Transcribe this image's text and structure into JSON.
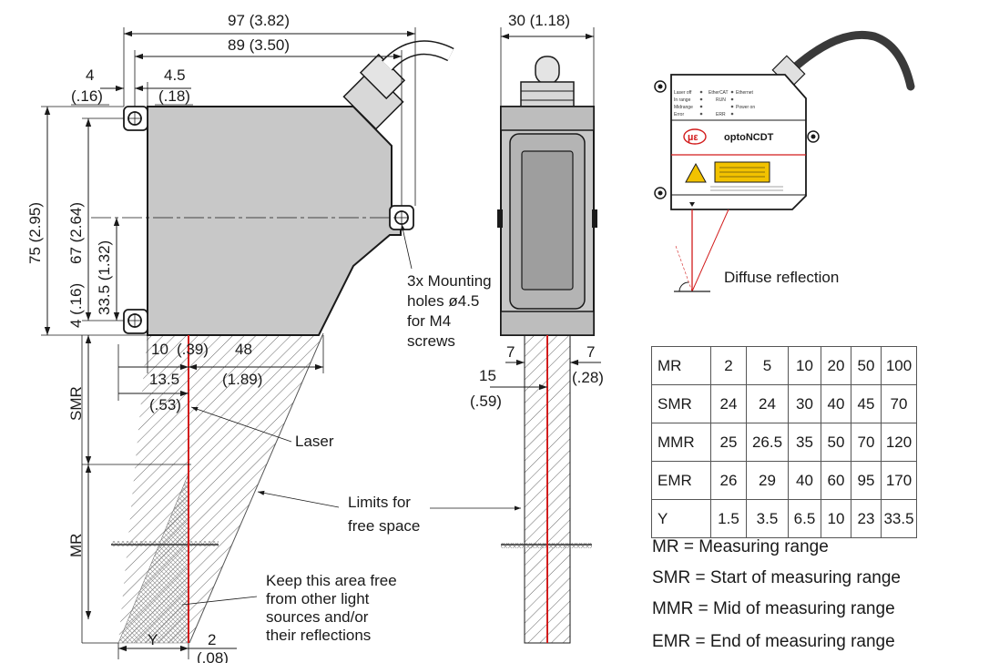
{
  "dims": {
    "width_97": "97 (3.82)",
    "width_89": "89 (3.50)",
    "side_width": "30 (1.18)",
    "d4_mm": "4",
    "d4_in": "(.16)",
    "d45_mm": "4.5",
    "d45_in": "(.18)",
    "h75": "75 (2.95)",
    "h67": "67 (2.64)",
    "h335": "33.5 (1.32)",
    "h4": "4 (.16)",
    "d10_mm": "10",
    "d10_in": "(.39)",
    "d48_mm": "48",
    "d48_in": "(1.89)",
    "d135_mm": "13.5",
    "d135_in": "(.53)",
    "smr": "SMR",
    "mr": "MR",
    "y": "Y",
    "d2_mm": "2",
    "d2_in": "(.08)",
    "s7a_mm": "7",
    "s7b_mm": "7",
    "s7b_in": "(.28)",
    "s15_mm": "15",
    "s15_in": "(.59)"
  },
  "annotations": {
    "mount1": "3x Mounting",
    "mount2": "holes ø4.5",
    "mount3": "for M4",
    "mount4": "screws",
    "laser": "Laser",
    "limits1": "Limits for",
    "limits2": "free space",
    "keep1": "Keep this area free",
    "keep2": "from other light",
    "keep3": "sources and/or",
    "keep4": "their reflections",
    "diffuse": "Diffuse reflection"
  },
  "sensor": {
    "brand": "optoNCDT",
    "logo": "µε",
    "status_left": [
      "Laser off",
      "In range",
      "Midrange",
      "Error"
    ],
    "status_right": [
      "EtherCAT",
      "RUN",
      "Ethernet",
      "Power on",
      "ERR"
    ]
  },
  "table": {
    "rows": [
      {
        "label": "MR",
        "values": [
          "2",
          "5",
          "10",
          "20",
          "50",
          "100"
        ]
      },
      {
        "label": "SMR",
        "values": [
          "24",
          "24",
          "30",
          "40",
          "45",
          "70"
        ]
      },
      {
        "label": "MMR",
        "values": [
          "25",
          "26.5",
          "35",
          "50",
          "70",
          "120"
        ]
      },
      {
        "label": "EMR",
        "values": [
          "26",
          "29",
          "40",
          "60",
          "95",
          "170"
        ]
      },
      {
        "label": "Y",
        "values": [
          "1.5",
          "3.5",
          "6.5",
          "10",
          "23",
          "33.5"
        ]
      }
    ]
  },
  "legend": [
    "MR = Measuring range",
    "SMR = Start of measuring range",
    "MMR = Mid of measuring range",
    "EMR = End of measuring range"
  ],
  "colors": {
    "body_gray": "#c8c8c8",
    "laser_red": "#d21c1c",
    "label_yellow": "#f2c200"
  }
}
